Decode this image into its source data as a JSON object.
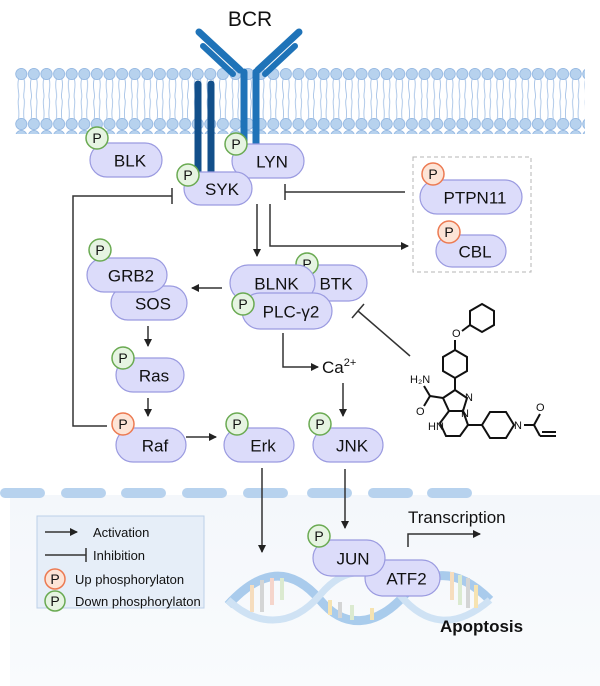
{
  "title": "BCR",
  "receptor_label": "BCR",
  "proteins": {
    "blk": {
      "label": "BLK",
      "phospho": "down"
    },
    "lyn": {
      "label": "LYN",
      "phospho": "down"
    },
    "syk": {
      "label": "SYK",
      "phospho": "down"
    },
    "ptpn11": {
      "label": "PTPN11",
      "phospho": "up"
    },
    "cbl": {
      "label": "CBL",
      "phospho": "up"
    },
    "grb2": {
      "label": "GRB2",
      "phospho": "down"
    },
    "sos": {
      "label": "SOS",
      "phospho": null
    },
    "blnk": {
      "label": "BLNK",
      "phospho": null
    },
    "btk": {
      "label": "BTK",
      "phospho": "down"
    },
    "plcg2": {
      "label": "PLC-γ2",
      "phospho": "down"
    },
    "ras": {
      "label": "Ras",
      "phospho": "down"
    },
    "raf": {
      "label": "Raf",
      "phospho": "up"
    },
    "erk": {
      "label": "Erk",
      "phospho": "down"
    },
    "jnk": {
      "label": "JNK",
      "phospho": "down"
    },
    "jun": {
      "label": "JUN",
      "phospho": "down"
    },
    "atf2": {
      "label": "ATF2",
      "phospho": null
    }
  },
  "phospho_badge": "P",
  "calcium": {
    "base": "Ca",
    "sup": "2+"
  },
  "transcription_label": "Transcription",
  "outcome_label": "Apoptosis",
  "drug": {
    "amide_label": "H₂N",
    "o_label": "O",
    "n_label": "N",
    "hn_label": "HN",
    "ether_o": "O"
  },
  "legend": {
    "activation": "Activation",
    "inhibition": "Inhibition",
    "up": "Up phosphorylaton",
    "down": "Down phosphorylaton"
  },
  "colors": {
    "up_stroke": "#ec7a52",
    "down_stroke": "#6aaa52",
    "protein_fill": "#dcdcfa",
    "receptor_blue": "#1f73b8",
    "receptor_dark": "#124f8a",
    "membrane": "#b7d2ee"
  }
}
